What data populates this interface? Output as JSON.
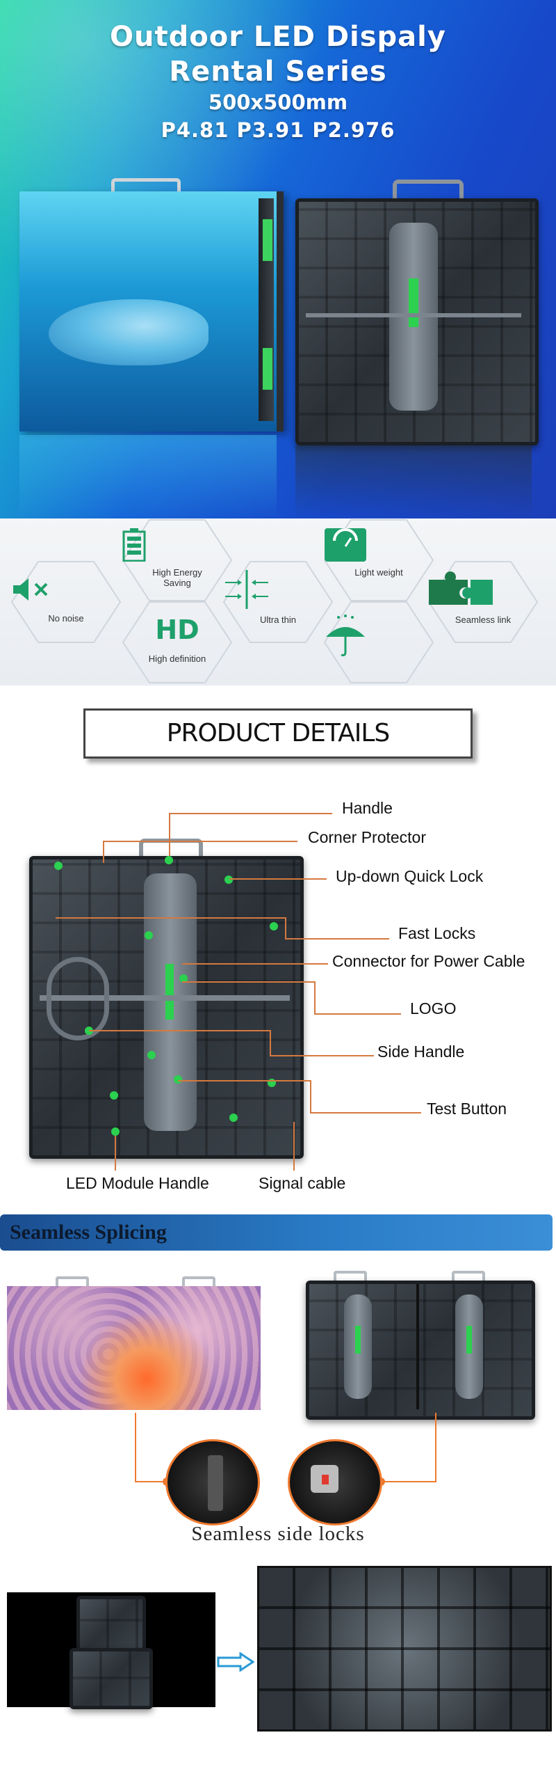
{
  "hero": {
    "title_line1": "Outdoor LED Dispaly",
    "title_line2": "Rental Series",
    "size": "500x500mm",
    "pitches": "P4.81  P3.91  P2.976"
  },
  "features": [
    {
      "label": "No noise",
      "icon": "speaker-mute-icon"
    },
    {
      "label": "High Energy Saving",
      "icon": "battery-icon"
    },
    {
      "label": "High definition",
      "icon": "hd-icon"
    },
    {
      "label": "Ultra thin",
      "icon": "ultra-thin-arrows-icon"
    },
    {
      "label": "Light weight",
      "icon": "scale-icon"
    },
    {
      "label": "Seamless link",
      "icon": "puzzle-icon"
    },
    {
      "label": "",
      "icon": "umbrella-rain-icon"
    }
  ],
  "product_details": {
    "title": "PRODUCT DETAILS",
    "callouts": {
      "handle": "Handle",
      "corner_protector": "Corner Protector",
      "quick_lock": "Up-down Quick Lock",
      "fast_locks": "Fast Locks",
      "power_connector": "Connector for Power Cable",
      "logo": "LOGO",
      "side_handle": "Side Handle",
      "test_button": "Test Button",
      "module_handle": "LED Module Handle",
      "signal_cable": "Signal cable"
    }
  },
  "seamless": {
    "header": "Seamless Splicing",
    "caption": "Seamless side locks"
  },
  "colors": {
    "accent_green": "#2bd14f",
    "callout_orange": "#d5793f",
    "header_blue": "#2a7cc7"
  }
}
